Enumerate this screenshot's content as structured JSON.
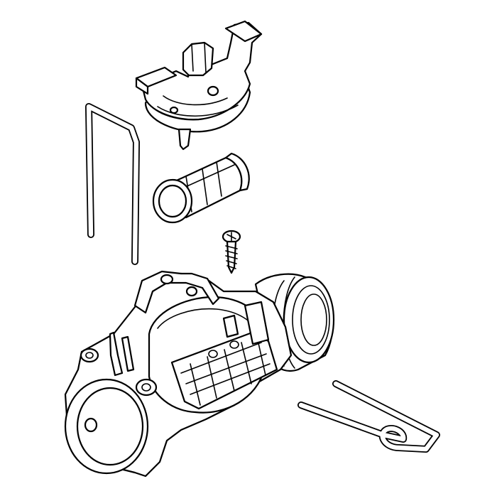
{
  "diagram": {
    "type": "exploded-parts-view",
    "line_color": "#000000",
    "background": "#ffffff",
    "parts": [
      {
        "name": "top-cover"
      },
      {
        "name": "wire-clip-left"
      },
      {
        "name": "cylindrical-filter"
      },
      {
        "name": "screw"
      },
      {
        "name": "pump-housing"
      },
      {
        "name": "wire-clip-right"
      }
    ]
  }
}
